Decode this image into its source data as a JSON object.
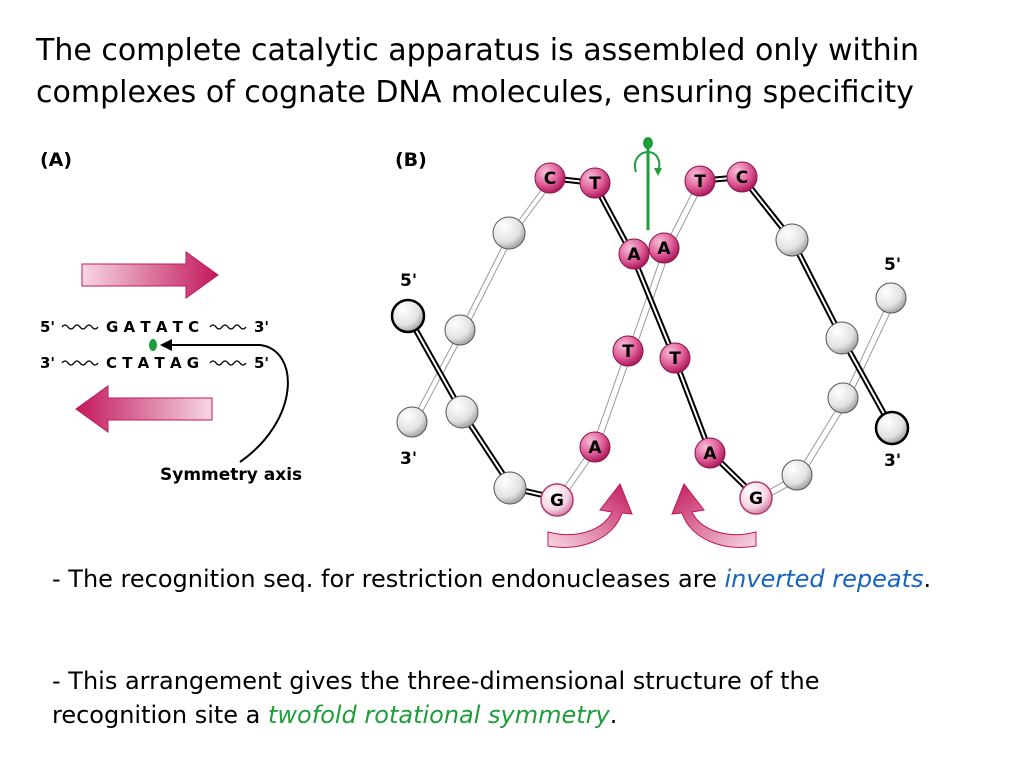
{
  "title": {
    "line1": "The complete catalytic apparatus is assembled only within",
    "line2": "complexes of cognate DNA molecules, ensuring specificity"
  },
  "panel_a": {
    "label": "(A)",
    "top_strand": {
      "left_end": "5'",
      "sequence": "G A T A T C",
      "right_end": "3'"
    },
    "bottom_strand": {
      "left_end": "3'",
      "sequence": "C T A T A G",
      "right_end": "5'"
    },
    "axis_label": "Symmetry axis"
  },
  "panel_b": {
    "label": "(B)",
    "end_labels": {
      "left_top": "5'",
      "left_bottom": "3'",
      "right_top": "5'",
      "right_bottom": "3'"
    },
    "nucleotides": {
      "c1": "C",
      "t1": "T",
      "a1": "A",
      "t2": "T",
      "a2": "A",
      "g1": "G",
      "c2": "C",
      "t3": "T",
      "a3": "A",
      "t4": "T",
      "a4": "A",
      "g2": "G"
    }
  },
  "bullets": {
    "b1_before": "- The recognition seq. for restriction endonucleases are ",
    "b1_highlight": "inverted repeats",
    "b1_after": ".",
    "b2_before": "- This arrangement gives the three-dimensional structure of the recognition site a ",
    "b2_highlight": "twofold rotational symmetry",
    "b2_after": "."
  },
  "colors": {
    "magenta": "#c2185b",
    "pink_light": "#f3c6d9",
    "green": "#1e9e3a",
    "blue": "#1565c0"
  }
}
